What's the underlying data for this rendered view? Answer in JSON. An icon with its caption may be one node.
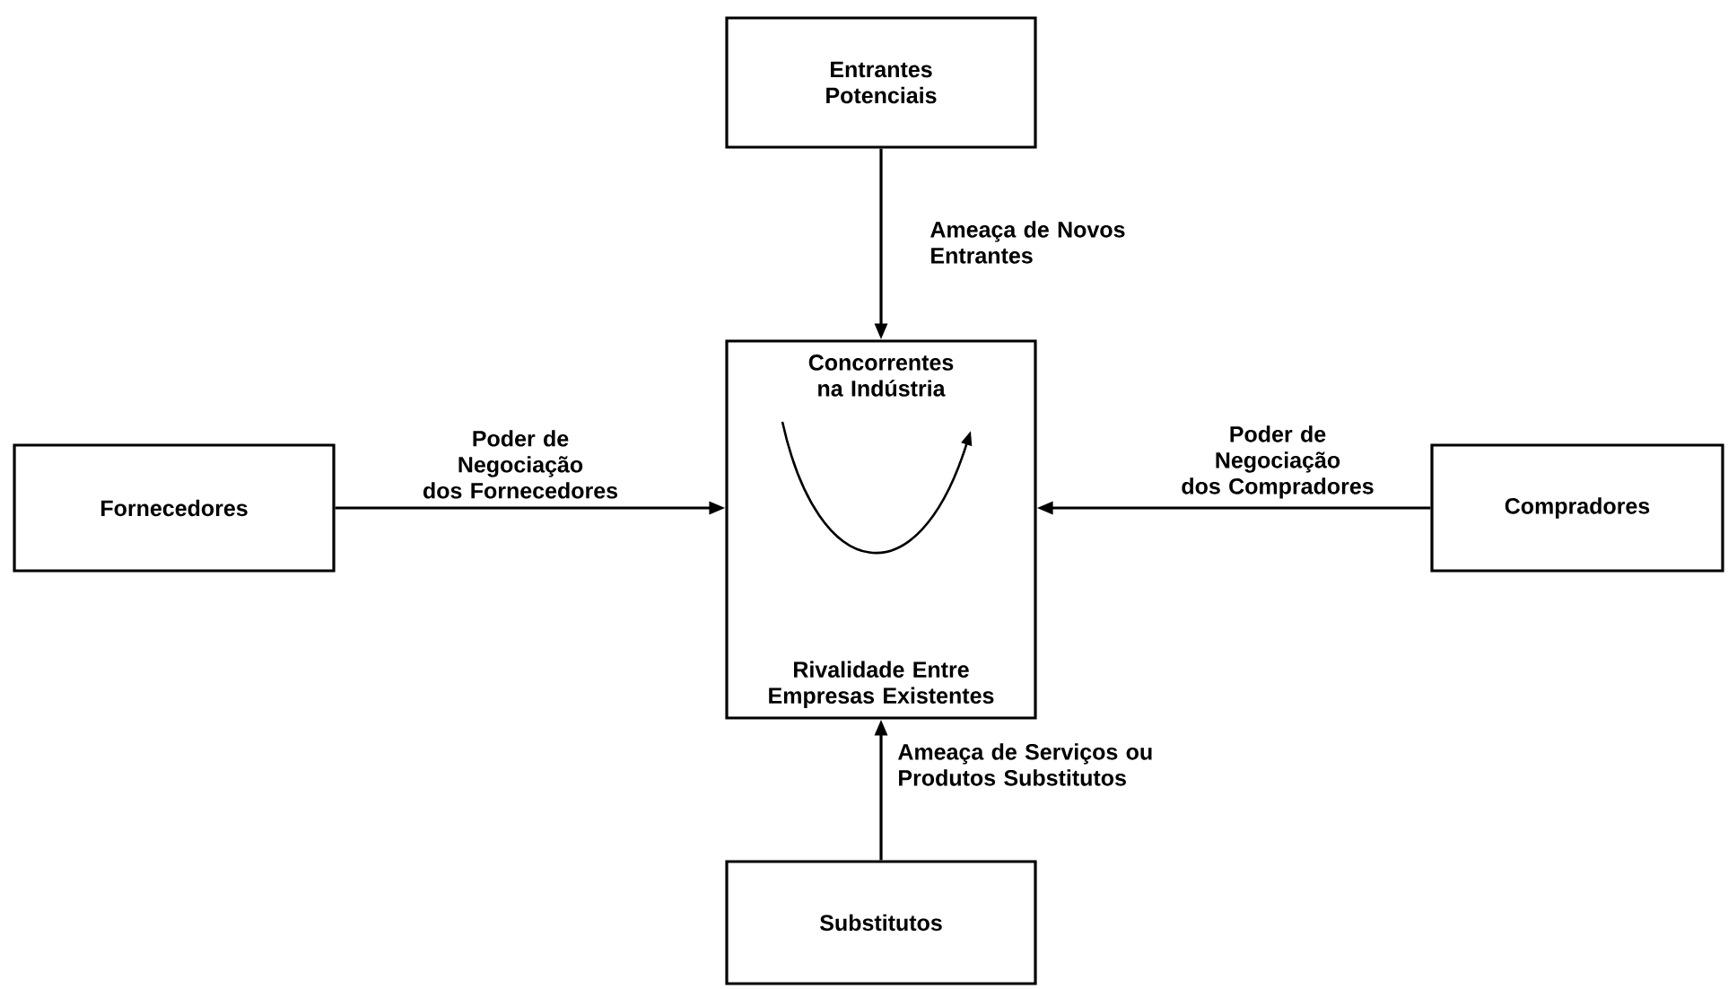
{
  "diagram": {
    "nodes": [
      {
        "text": [
          "Entrantes Potenciais"
        ]
      },
      {
        "text": [
          "Concorrentes na Indústria",
          "Rivalidade Entre Empresas Existentes"
        ]
      },
      {
        "text": [
          "Fornecedores"
        ]
      },
      {
        "text": [
          "Compradores"
        ]
      },
      {
        "text": [
          "Substitutos"
        ]
      }
    ],
    "edges": [
      {
        "from": 0,
        "to": 1,
        "arrow": "to",
        "label": "Ameaça de Novos Entrantes"
      },
      {
        "from": 2,
        "to": 1,
        "arrow": "to",
        "label": "Poder de Negociação dos Fornecedores"
      },
      {
        "from": 3,
        "to": 1,
        "arrow": "to",
        "label": "Poder de Negociação dos Compradores"
      },
      {
        "from": 4,
        "to": 1,
        "arrow": "to",
        "label": "Ameaça de Serviços ou Produtos Substitutos"
      }
    ]
  }
}
